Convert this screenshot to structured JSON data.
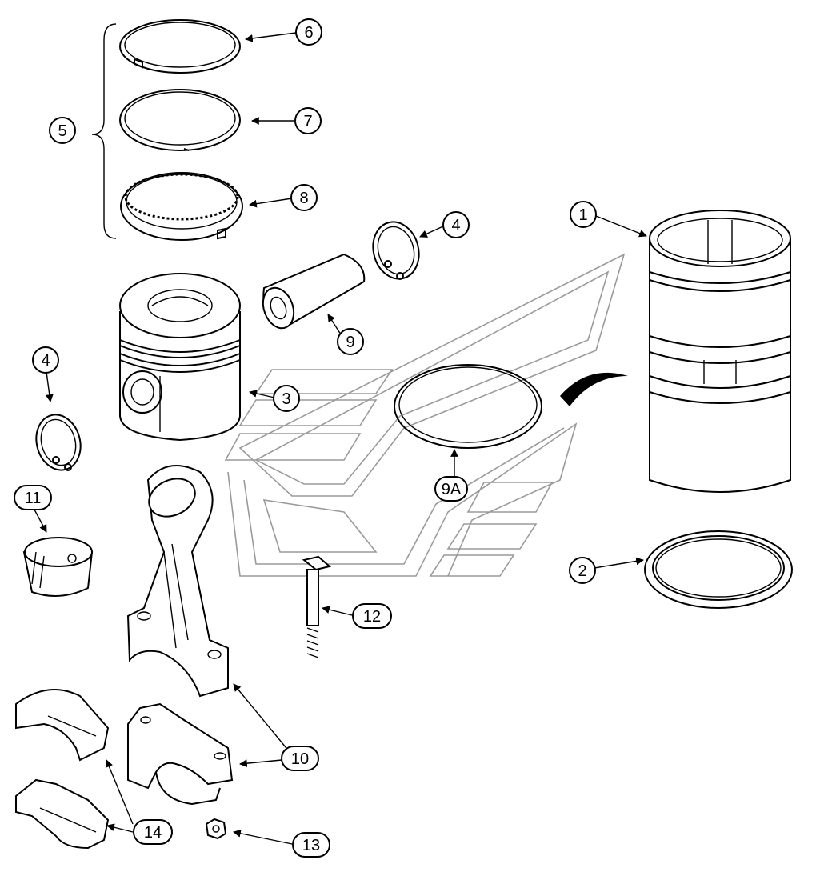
{
  "callouts": [
    {
      "id": "c1",
      "label": "1"
    },
    {
      "id": "c2",
      "label": "2"
    },
    {
      "id": "c3",
      "label": "3"
    },
    {
      "id": "c4a",
      "label": "4"
    },
    {
      "id": "c4b",
      "label": "4"
    },
    {
      "id": "c5",
      "label": "5"
    },
    {
      "id": "c6",
      "label": "6"
    },
    {
      "id": "c7",
      "label": "7"
    },
    {
      "id": "c8",
      "label": "8"
    },
    {
      "id": "c9",
      "label": "9"
    },
    {
      "id": "c9a",
      "label": "9A"
    },
    {
      "id": "c10",
      "label": "10"
    },
    {
      "id": "c11",
      "label": "11"
    },
    {
      "id": "c12",
      "label": "12"
    },
    {
      "id": "c13",
      "label": "13"
    },
    {
      "id": "c14",
      "label": "14"
    }
  ]
}
